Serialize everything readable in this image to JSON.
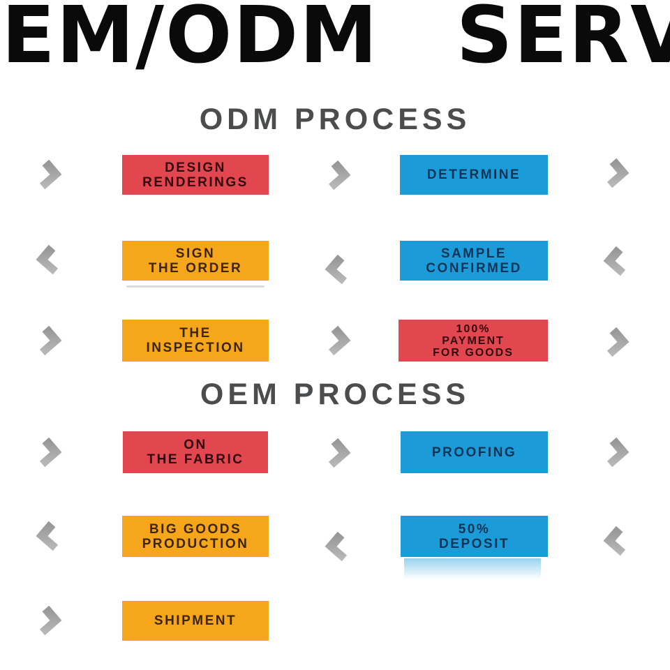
{
  "title": "OEM/ODM SERVICE",
  "sections": {
    "odm": {
      "heading": "ODM PROCESS",
      "steps": {
        "design_renderings": "DESIGN\nRENDERINGS",
        "determine": "DETERMINE",
        "sign_the_order": "SIGN\nTHE ORDER",
        "sample_confirmed": "SAMPLE\nCONFIRMED",
        "the_inspection": "THE\nINSPECTION",
        "payment_for_goods": "100%\nPAYMENT\nFOR GOODS"
      }
    },
    "oem": {
      "heading": "OEM PROCESS",
      "steps": {
        "on_the_fabric": "ON\nTHE FABRIC",
        "proofing": "PROOFING",
        "big_goods_production": "BIG GOODS\nPRODUCTION",
        "deposit": "50%\nDEPOSIT",
        "shipment": "SHIPMENT"
      }
    }
  },
  "icons": {
    "flow_forward": "chevron-right-icon",
    "flow_backward": "chevron-left-icon"
  },
  "colors": {
    "red": "#e2474f",
    "orange": "#f6a61b",
    "blue": "#1b9cd8",
    "arrow": "#a1a1a1",
    "heading": "#4a4c4e",
    "title": "#0a0a0a"
  }
}
